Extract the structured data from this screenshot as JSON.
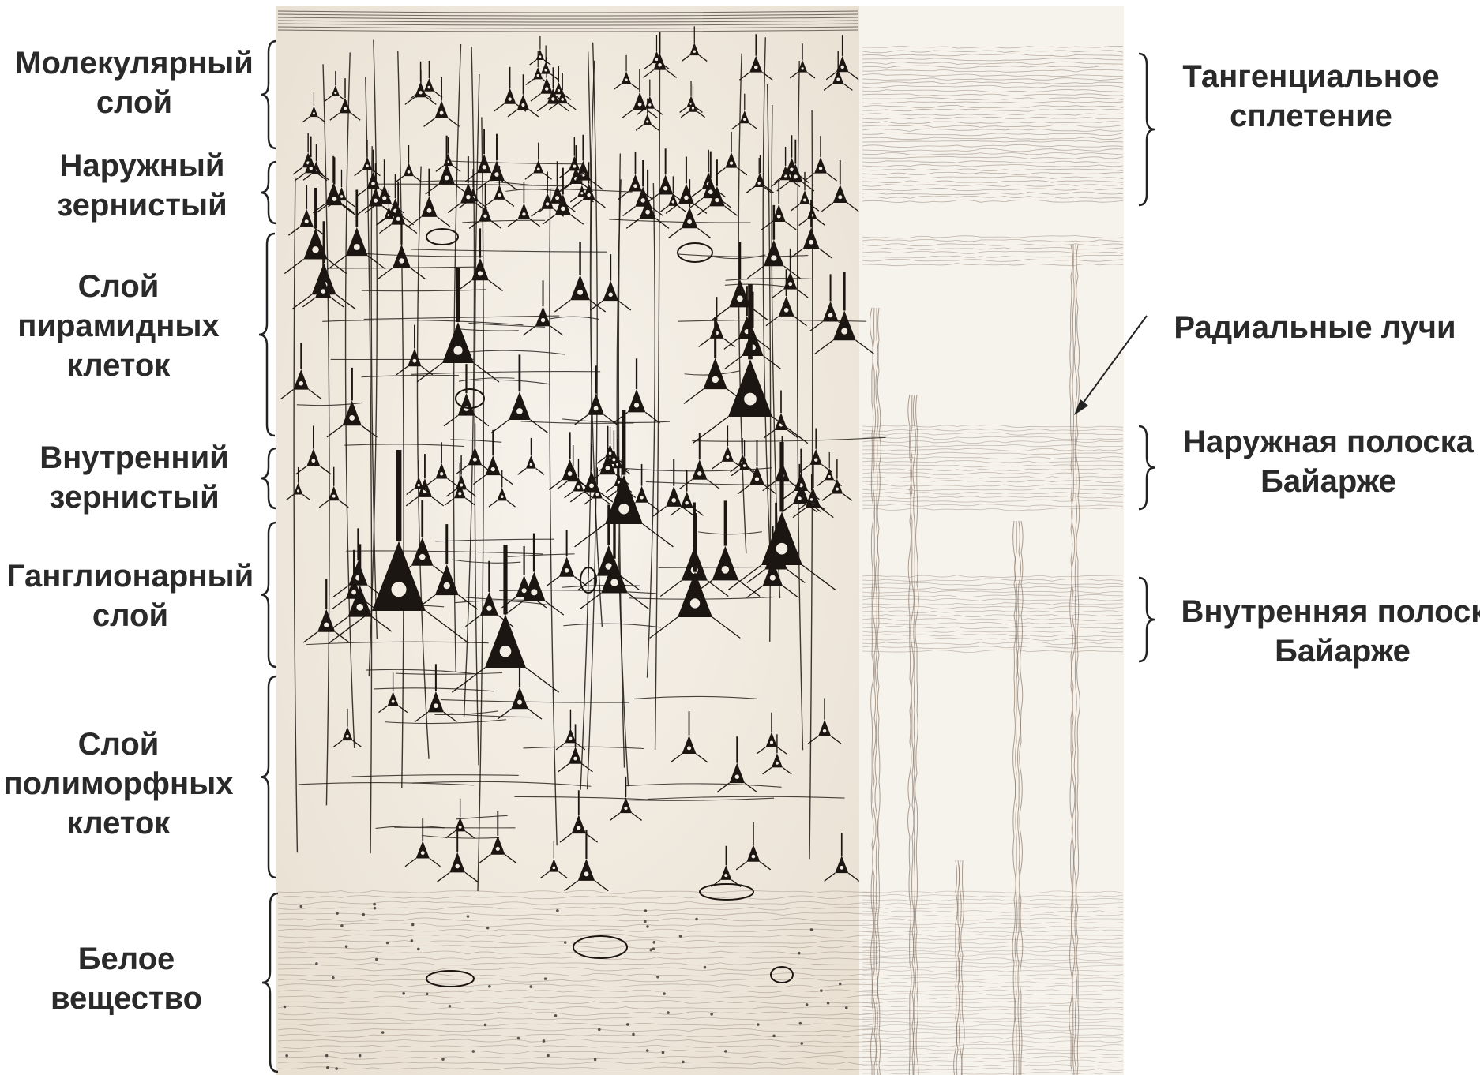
{
  "left_labels": [
    {
      "lines": [
        "Молекулярный",
        "слой"
      ]
    },
    {
      "lines": [
        "Наружный",
        "зернистый"
      ]
    },
    {
      "lines": [
        "Слой",
        "пирамидных",
        "клеток"
      ]
    },
    {
      "lines": [
        "Внутренний",
        "зернистый"
      ]
    },
    {
      "lines": [
        "Ганглионарный",
        "слой"
      ]
    },
    {
      "lines": [
        "Слой",
        "полиморфных",
        "клеток"
      ]
    },
    {
      "lines": [
        "Белое",
        "вещество"
      ]
    }
  ],
  "right_labels": [
    {
      "lines": [
        "Тангенциальное",
        "сплетение"
      ]
    },
    {
      "lines": [
        "Радиальные лучи"
      ]
    },
    {
      "lines": [
        "Наружная полоска",
        "Байарже"
      ]
    },
    {
      "lines": [
        "Внутренняя полоска",
        "Байарже"
      ]
    }
  ],
  "colors": {
    "paper": "#f2ece2",
    "ink": "#1c1612",
    "fiber": "#8a7868",
    "label": "#2a2a2a"
  }
}
